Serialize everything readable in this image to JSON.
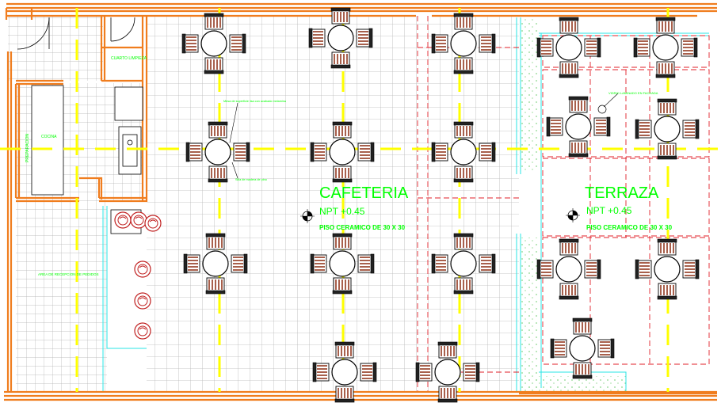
{
  "colors": {
    "wall": "#f07d1e",
    "wall_dark": "#c45a10",
    "grid": "#b8b8b8",
    "axis": "#ffff00",
    "label": "#00ff00",
    "dash": "#e0202a",
    "cyan": "#29e5e5",
    "chair": "#8a2a10",
    "furniture": "#000000"
  },
  "rooms": {
    "cafeteria": {
      "name": "CAFETERIA",
      "level": "NPT +0.45",
      "floor": "PISO CERAMICO DE 30 X 30"
    },
    "terraza": {
      "name": "TERRAZA",
      "level": "NPT +0.45",
      "floor": "PISO CERAMICO DE 30 X 30"
    }
  },
  "small_labels": {
    "cuarto_limpieza": "CUARTO LIMPIEZA",
    "preparacion": "PREPARACION",
    "cocina": "COCINA",
    "area_recepcion": "AREA DE RECEPCION DE PEDIDOS",
    "annot_1": "Mesa de superficie lisa con acabado melamina",
    "annot_2": "Silla de madera de pino",
    "annot_3": "VIDRIO LAMINADO EN FACHADA"
  }
}
